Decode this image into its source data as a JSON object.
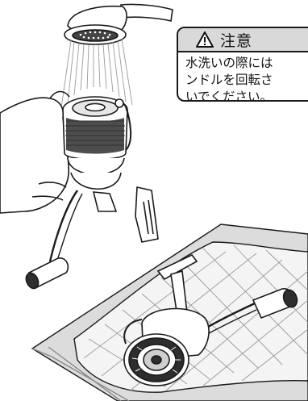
{
  "caution": {
    "icon": "warning-triangle-icon",
    "title": "注意",
    "lines": [
      "水洗いの際には",
      "ンドルを回転さ",
      "いでください。"
    ]
  },
  "colors": {
    "line": "#1a1a1a",
    "header_bg": "#d9d9d9",
    "tray": "#dcdcdc"
  }
}
